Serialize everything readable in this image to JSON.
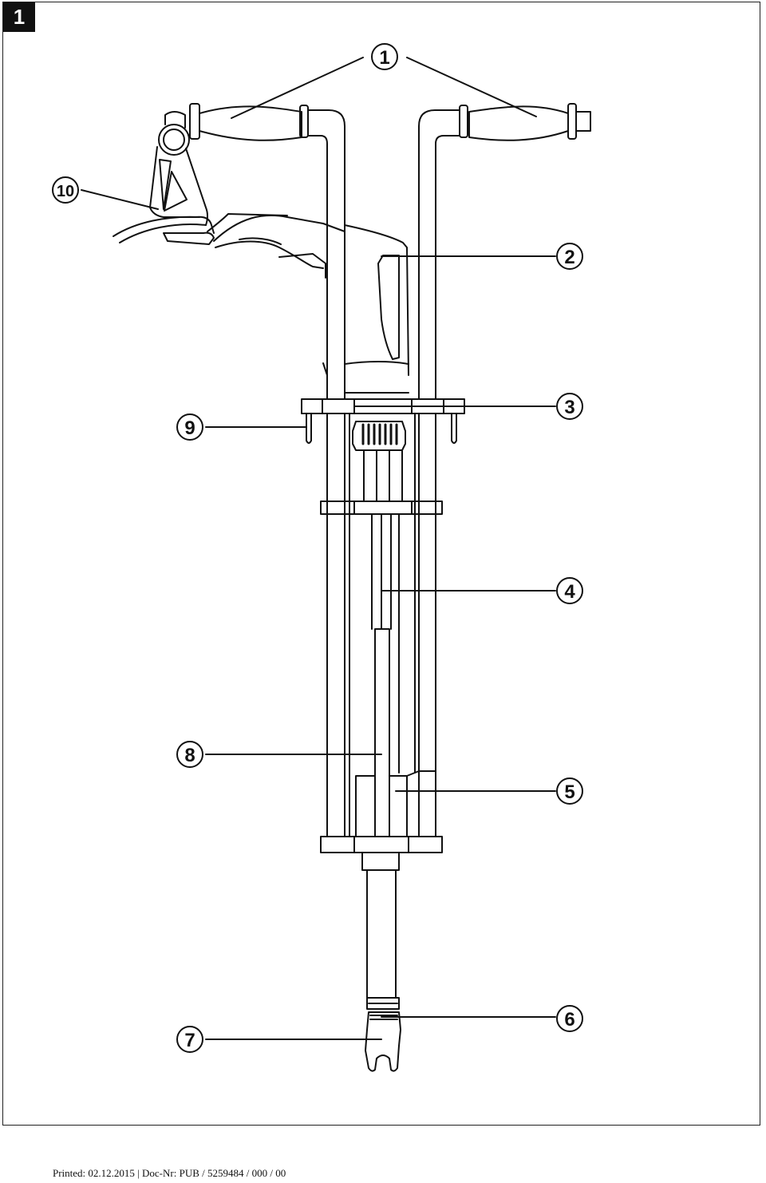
{
  "figure": {
    "number": "1"
  },
  "callouts": [
    {
      "id": "1",
      "label": "1"
    },
    {
      "id": "2",
      "label": "2"
    },
    {
      "id": "3",
      "label": "3"
    },
    {
      "id": "4",
      "label": "4"
    },
    {
      "id": "5",
      "label": "5"
    },
    {
      "id": "6",
      "label": "6"
    },
    {
      "id": "7",
      "label": "7"
    },
    {
      "id": "8",
      "label": "8"
    },
    {
      "id": "9",
      "label": "9"
    },
    {
      "id": "10",
      "label": "10"
    }
  ],
  "footer": {
    "text": "Printed: 02.12.2015 | Doc-Nr: PUB / 5259484 / 000 / 00"
  }
}
